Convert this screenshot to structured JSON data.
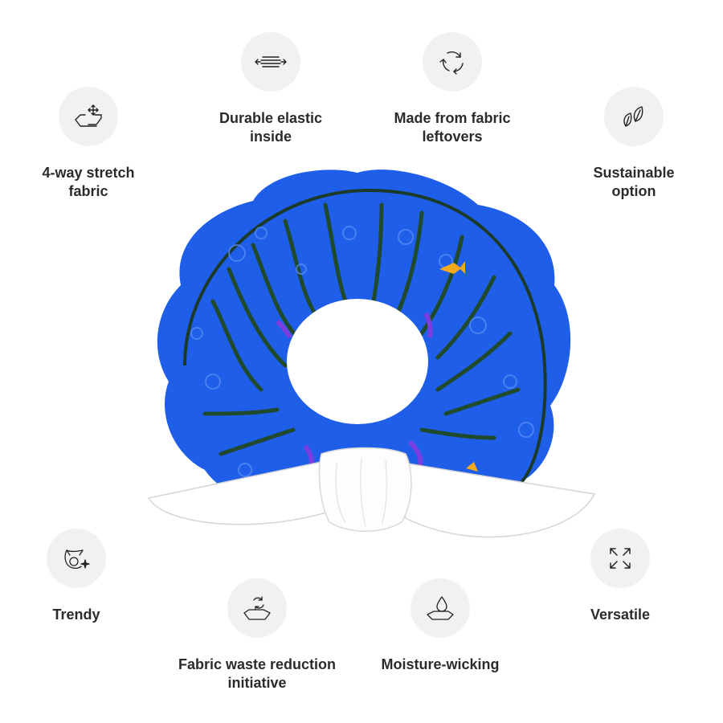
{
  "features": [
    {
      "id": "durable",
      "label": "Durable elastic\ninside",
      "icon": "elastic-band-icon"
    },
    {
      "id": "leftovers",
      "label": "Made from fabric\nleftovers",
      "icon": "recycle-arrows-icon"
    },
    {
      "id": "stretch",
      "label": "4-way stretch\nfabric",
      "icon": "four-way-stretch-icon"
    },
    {
      "id": "sustainable",
      "label": "Sustainable\noption",
      "icon": "leaves-icon"
    },
    {
      "id": "trendy",
      "label": "Trendy",
      "icon": "cat-sparkle-icon"
    },
    {
      "id": "versatile",
      "label": "Versatile",
      "icon": "expand-arrows-icon"
    },
    {
      "id": "waste",
      "label": "Fabric waste reduction\ninitiative",
      "icon": "fabric-recycle-icon"
    },
    {
      "id": "moisture",
      "label": "Moisture-wicking",
      "icon": "droplet-fabric-icon"
    }
  ],
  "product": {
    "name": "scrunchie-image",
    "fabric_color": "#1f5ee8",
    "bow_color": "#ffffff"
  }
}
